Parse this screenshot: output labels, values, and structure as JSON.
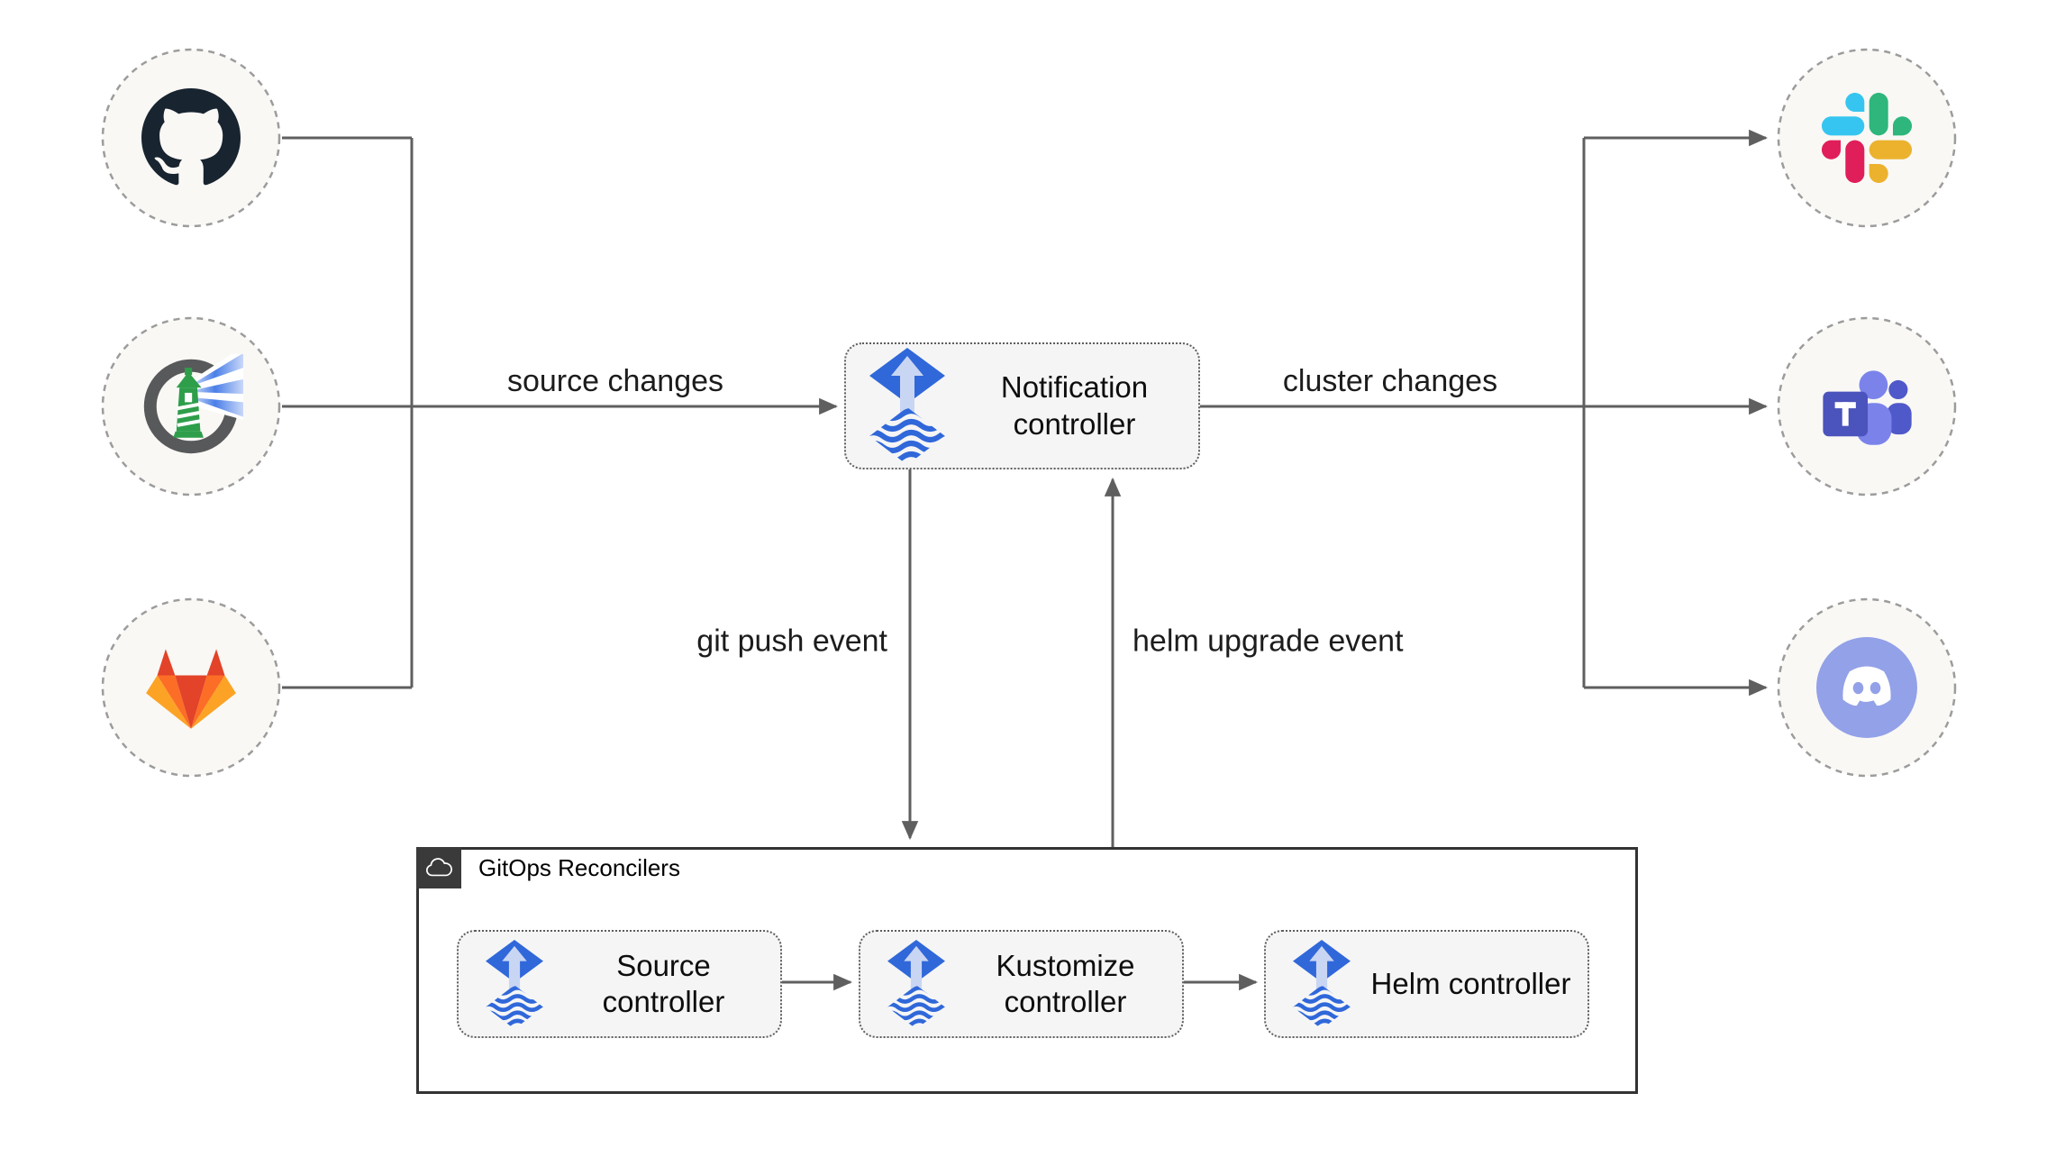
{
  "diagram": {
    "nodes": {
      "notification": {
        "label": "Notification controller",
        "icon": "flux-icon"
      },
      "source": {
        "label": "Source controller",
        "icon": "flux-icon"
      },
      "kustomize": {
        "label": "Kustomize controller",
        "icon": "flux-icon"
      },
      "helm": {
        "label": "Helm controller",
        "icon": "flux-icon"
      }
    },
    "group": {
      "label": "GitOps Reconcilers",
      "icon": "cloud-icon"
    },
    "edges": {
      "source_changes": "source changes",
      "cluster_changes": "cluster changes",
      "git_push": "git push event",
      "helm_upgrade": "helm upgrade event"
    },
    "icons": {
      "sources": [
        "github-icon",
        "harbor-icon",
        "gitlab-icon"
      ],
      "providers": [
        "slack-icon",
        "microsoft-teams-icon",
        "discord-icon"
      ]
    },
    "colors": {
      "line": "#5f5f5f",
      "node_fill": "#f9f8f5",
      "node_border": "#9c9c9c",
      "box_fill": "#f5f5f5",
      "box_border": "#5d5d5d",
      "group_border": "#333333",
      "group_tab": "#3a3a3a",
      "flux_blue": "#3068da",
      "flux_arrow_light": "#c9d6f3",
      "github_dark": "#182430",
      "gitlab_red": "#e24329",
      "gitlab_orange": "#fc6d26",
      "gitlab_yellow": "#fca326",
      "slack_blue": "#36C5F0",
      "slack_green": "#2EB67D",
      "slack_yellow": "#ECB22E",
      "slack_red": "#E01E5A",
      "teams_purple": "#4b53bc",
      "teams_light": "#7b83eb",
      "teams_mid": "#5059c9",
      "discord_periwinkle": "#93a1e8",
      "harbor_gray": "#58595b",
      "harbor_green": "#2e9e4b"
    }
  }
}
